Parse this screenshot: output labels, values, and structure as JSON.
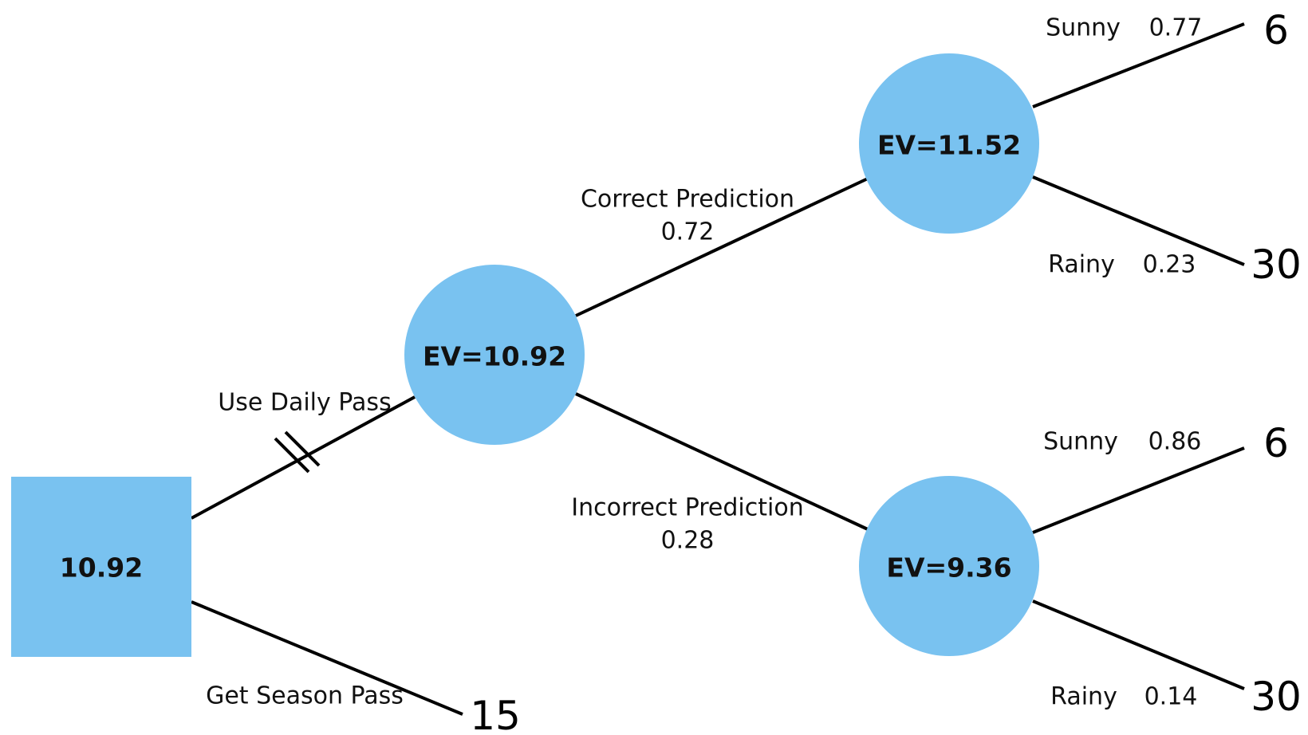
{
  "colors": {
    "node_fill": "#79C2F0",
    "edge": "#000000"
  },
  "decision_node": {
    "value": "10.92"
  },
  "chance_nodes": {
    "root": {
      "label": "EV=10.92"
    },
    "correct": {
      "label": "EV=11.52"
    },
    "incorrect": {
      "label": "EV=9.36"
    }
  },
  "branches": {
    "daily": {
      "label": "Use Daily Pass",
      "pruned": true
    },
    "season": {
      "label": "Get Season Pass",
      "payoff": "15"
    },
    "correct": {
      "label": "Correct Prediction",
      "prob": "0.72"
    },
    "incorrect": {
      "label": "Incorrect Prediction",
      "prob": "0.28"
    },
    "correct_sunny": {
      "label": "Sunny",
      "prob": "0.77",
      "payoff": "6"
    },
    "correct_rainy": {
      "label": "Rainy",
      "prob": "0.23",
      "payoff": "30"
    },
    "incorrect_sunny": {
      "label": "Sunny",
      "prob": "0.86",
      "payoff": "6"
    },
    "incorrect_rainy": {
      "label": "Rainy",
      "prob": "0.14",
      "payoff": "30"
    }
  }
}
